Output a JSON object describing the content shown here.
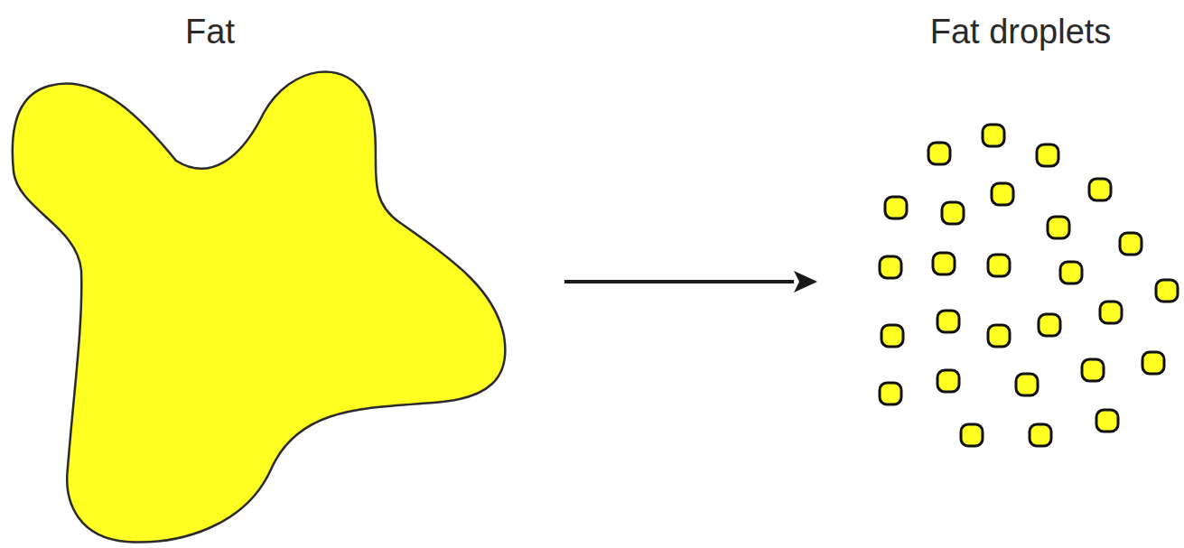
{
  "diagram": {
    "nodes": [
      {
        "text": [
          "Fat"
        ]
      },
      {
        "text": [
          "Fat droplets"
        ]
      }
    ],
    "edges": [
      {
        "from": 0,
        "to": 1,
        "arrow": "to"
      }
    ]
  }
}
